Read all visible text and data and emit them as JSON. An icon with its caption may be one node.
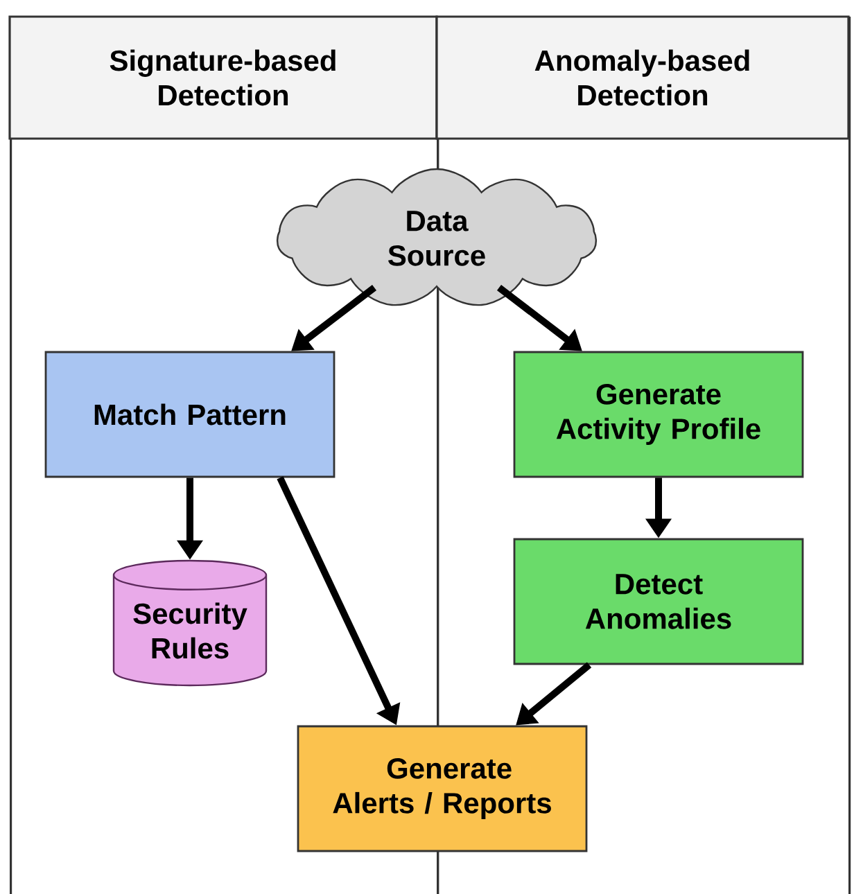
{
  "diagram": {
    "nodes": [
      {
        "text": [
          "Signature-based Detection"
        ]
      },
      {
        "text": [
          "Anomaly-based Detection"
        ]
      },
      {
        "text": [
          "Data Source"
        ]
      },
      {
        "text": [
          "Match Pattern"
        ],
        "in": 0
      },
      {
        "text": [
          "Security Rules"
        ],
        "in": 0
      },
      {
        "text": [
          "Generate Activity Profile"
        ],
        "in": 1
      },
      {
        "text": [
          "Detect Anomalies"
        ],
        "in": 1
      },
      {
        "text": [
          "Generate Alerts / Reports"
        ]
      }
    ],
    "edges": [
      {
        "from": 2,
        "to": 3,
        "arrow": "to"
      },
      {
        "from": 2,
        "to": 5,
        "arrow": "to"
      },
      {
        "from": 3,
        "to": 4,
        "arrow": "to"
      },
      {
        "from": 3,
        "to": 7,
        "arrow": "to"
      },
      {
        "from": 5,
        "to": 6,
        "arrow": "to"
      },
      {
        "from": 6,
        "to": 7,
        "arrow": "to"
      }
    ]
  }
}
